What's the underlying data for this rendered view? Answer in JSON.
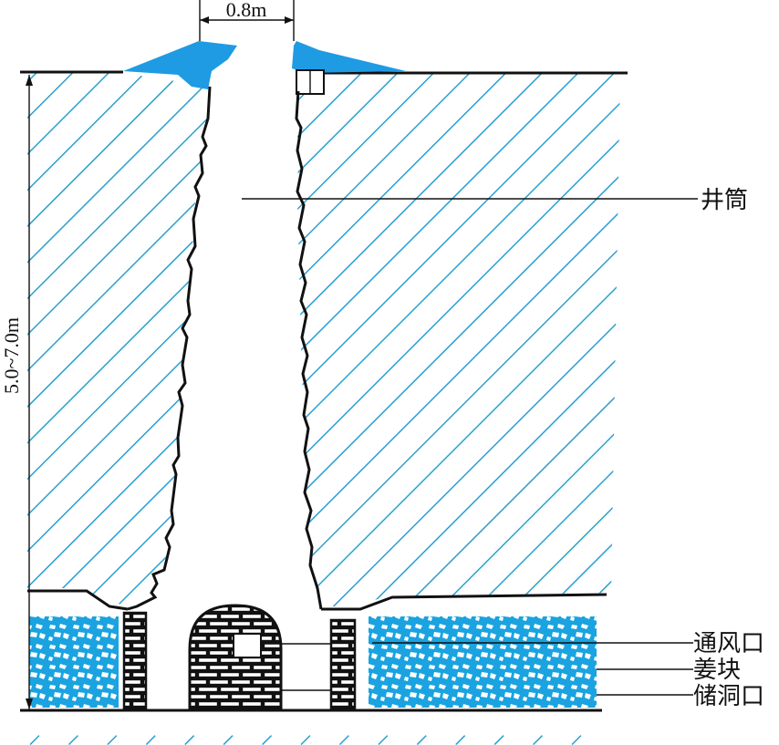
{
  "dimensions": {
    "top_width": "0.8m",
    "depth": "5.0~7.0m"
  },
  "labels": {
    "shaft": "井筒",
    "vent": "通风口",
    "ginger": "姜块",
    "storage_opening": "储洞口"
  },
  "colors": {
    "soil_hatch": "#2a9fd0",
    "ginger_fill": "#1aa3e0",
    "collar": "#1e9be3",
    "ink": "#111111"
  }
}
